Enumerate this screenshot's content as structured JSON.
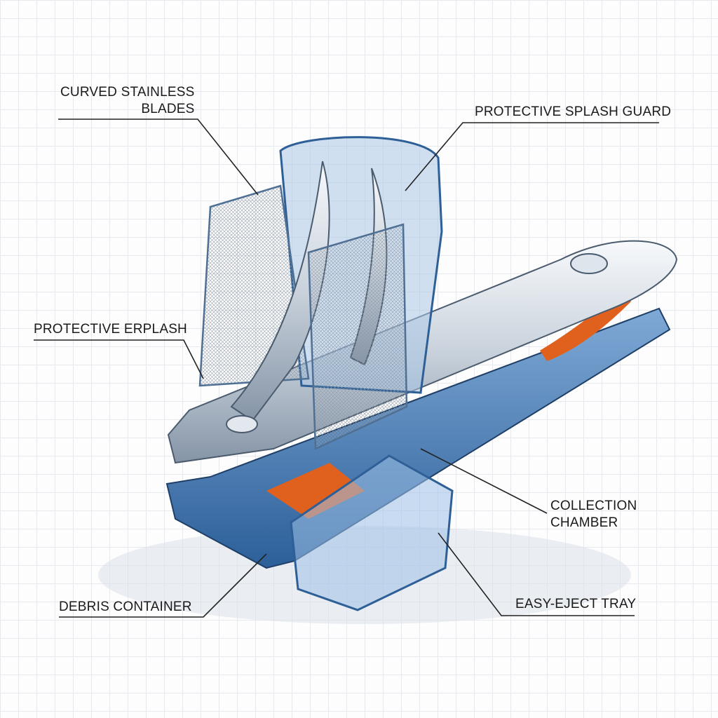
{
  "labels": {
    "curved_blades_line1": "CURVED STAINLESS",
    "curved_blades_line2": "BLADES",
    "splash_guard": "PROTECTIVE SPLASH GUARD",
    "erplash": "PROTECTIVE ERPLASH",
    "collection_line1": "COLLECTION",
    "collection_line2": "CHAMBER",
    "debris_container": "DEBRIS CONTAINER",
    "easy_eject_tray": "EASY-EJECT TRAY"
  },
  "colors": {
    "blue": "#3f78b5",
    "orange": "#e0601e",
    "silver": "#c9d2dc"
  }
}
